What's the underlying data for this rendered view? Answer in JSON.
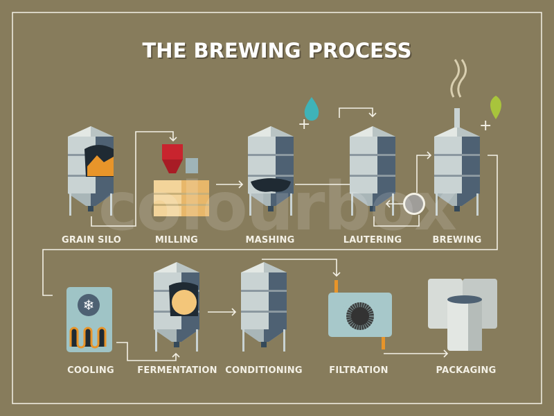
{
  "title": "THE BREWING PROCESS",
  "watermark": "colourbox",
  "steps": [
    {
      "label": "GRAIN SILO"
    },
    {
      "label": "MILLING"
    },
    {
      "label": "MASHING"
    },
    {
      "label": "LAUTERING"
    },
    {
      "label": "BREWING"
    },
    {
      "label": "COOLING"
    },
    {
      "label": "FERMENTATION"
    },
    {
      "label": "CONDITIONING"
    },
    {
      "label": "FILTRATION"
    },
    {
      "label": "PACKAGING"
    }
  ],
  "colors": {
    "background": "#877c5c",
    "tank": "#c9d3d3",
    "tank_dark": "#4e6173",
    "accent_orange": "#e8952a",
    "accent_red": "#c8242e",
    "water": "#3fb3b8",
    "hop": "#a8c43c"
  }
}
